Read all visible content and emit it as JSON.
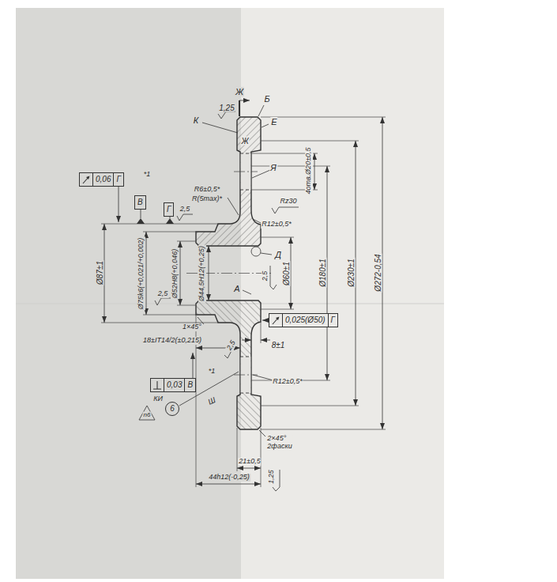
{
  "diagram": {
    "nodes": [
      {
        "text": [
          "0,06",
          "Г"
        ]
      },
      {
        "text": [
          "В"
        ]
      },
      {
        "text": [
          "Г"
        ]
      },
      {
        "text": [
          "0,03",
          "В"
        ]
      },
      {
        "text": [
          "0,025(Ø50)",
          "Г"
        ]
      },
      {
        "text": [
          "6"
        ]
      }
    ],
    "labels": [
      "Ж",
      "Б",
      "1,25",
      "К",
      "Е",
      "Ж",
      "Я",
      "*1",
      "R6±0,5*",
      "R(5max)*",
      "Rz30",
      "4отв.Ø20±0,5",
      "R12±0,5*",
      "Д",
      "2,5",
      "Ø60±1",
      "Ø180±1",
      "Ø230±1",
      "Ø272-0,54",
      "Ø87±1",
      "Ø75k6(+0,021/+0,002)",
      "Ø52H8(+0,046)",
      "Ø44,5H12(+0,25)",
      "2,5",
      "2,5",
      "А",
      "1×45°",
      "18±IT14/2(±0,215)",
      "2,5",
      "8±1",
      "*1",
      "R12±0,5*",
      "Ш",
      "КИ",
      "n6",
      "2×45° 2фаски",
      "21±0,5",
      "44h12(-0,25)",
      "1,25"
    ]
  }
}
